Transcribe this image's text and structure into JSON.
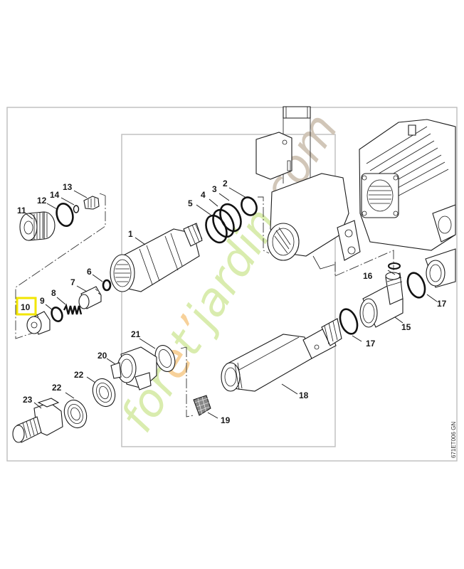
{
  "diagram": {
    "type": "exploded-parts-diagram",
    "reference_code": "671ET006 GN",
    "highlighted_part": "10",
    "highlight_color": "#f2e600",
    "watermark": {
      "text_main": "foretjardin",
      "text_suffix": ".com",
      "color_green": "#d8ebaa",
      "color_orange": "#f7cf95",
      "color_gray": "#cfc4b5"
    },
    "callouts": [
      {
        "id": "1",
        "label": "1"
      },
      {
        "id": "2",
        "label": "2"
      },
      {
        "id": "3",
        "label": "3"
      },
      {
        "id": "4",
        "label": "4"
      },
      {
        "id": "5",
        "label": "5"
      },
      {
        "id": "6",
        "label": "6"
      },
      {
        "id": "7",
        "label": "7"
      },
      {
        "id": "8",
        "label": "8"
      },
      {
        "id": "9",
        "label": "9"
      },
      {
        "id": "10",
        "label": "10"
      },
      {
        "id": "11",
        "label": "11"
      },
      {
        "id": "12",
        "label": "12"
      },
      {
        "id": "13",
        "label": "13"
      },
      {
        "id": "14",
        "label": "14"
      },
      {
        "id": "15",
        "label": "15"
      },
      {
        "id": "16",
        "label": "16"
      },
      {
        "id": "17a",
        "label": "17"
      },
      {
        "id": "17b",
        "label": "17"
      },
      {
        "id": "18",
        "label": "18"
      },
      {
        "id": "19",
        "label": "19"
      },
      {
        "id": "20",
        "label": "20"
      },
      {
        "id": "21",
        "label": "21"
      },
      {
        "id": "22a",
        "label": "22"
      },
      {
        "id": "22b",
        "label": "22"
      },
      {
        "id": "23",
        "label": "23"
      }
    ]
  }
}
